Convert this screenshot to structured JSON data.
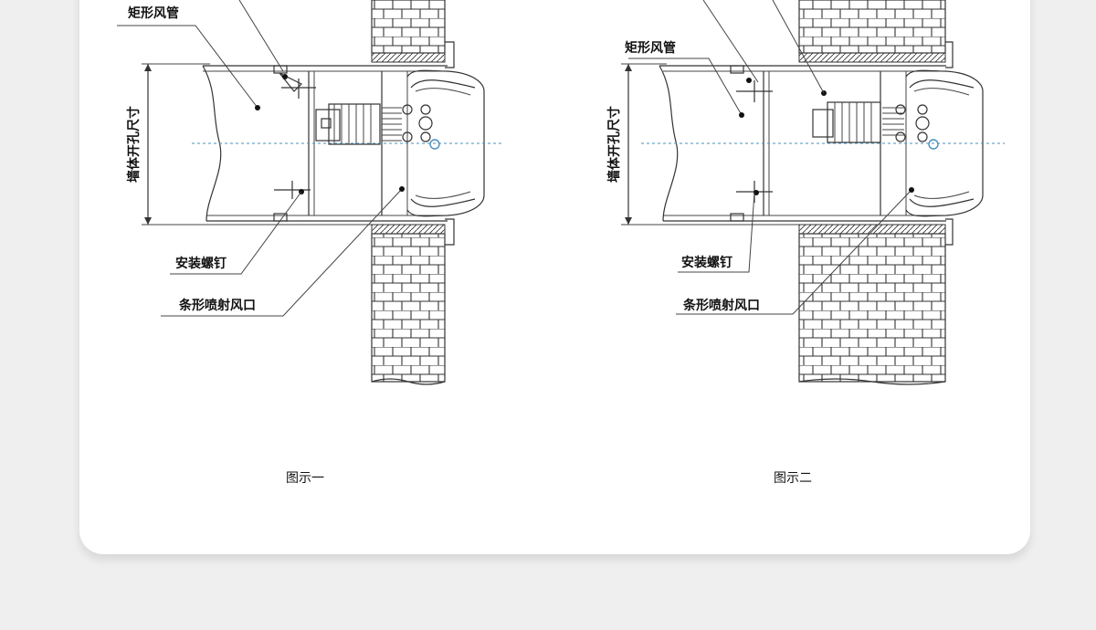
{
  "figures": [
    {
      "id": "figure-1",
      "caption": "图示一",
      "labels": {
        "duct": "矩形风管",
        "wall_opening": "墙体开孔尺寸",
        "screw": "安装螺钉",
        "vent": "条形喷射风口"
      }
    },
    {
      "id": "figure-2",
      "caption": "图示二",
      "labels": {
        "duct": "矩形风管",
        "wall_opening": "墙体开孔尺寸",
        "screw": "安装螺钉",
        "vent": "条形喷射风口"
      }
    }
  ],
  "colors": {
    "background": "#efefef",
    "card": "#ffffff",
    "line": "#333333",
    "centerline": "#4a8fbf"
  }
}
